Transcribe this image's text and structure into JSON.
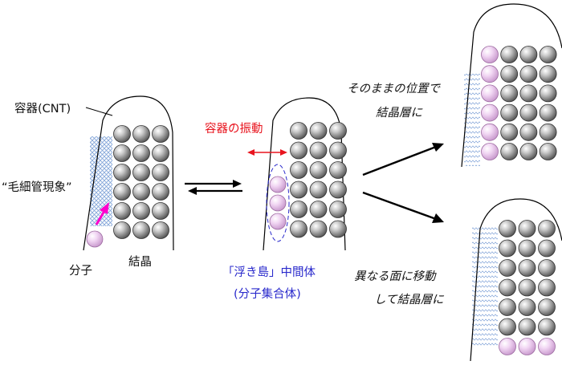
{
  "labels": {
    "container": "容器(CNT)",
    "capillary": "“毛細管現象”",
    "molecule": "分子",
    "crystal": "結晶",
    "vibration": "容器の振動",
    "floating_line1": "「浮き島」中間体",
    "floating_line2": "(分子集合体)",
    "outcome_top_line1": "そのままの位置で",
    "outcome_top_line2": "結晶層に",
    "outcome_bottom_line1": "異なる面に移動",
    "outcome_bottom_line2": "して結晶層に"
  },
  "colors": {
    "sphere_gray": "#8a8a8a",
    "sphere_pink": "#e8c4ec",
    "capillary_arrow": "#ff00cc",
    "vibration": "#e8141e",
    "floating_text": "#2a2acc",
    "mesh": "#7fa3d8"
  }
}
